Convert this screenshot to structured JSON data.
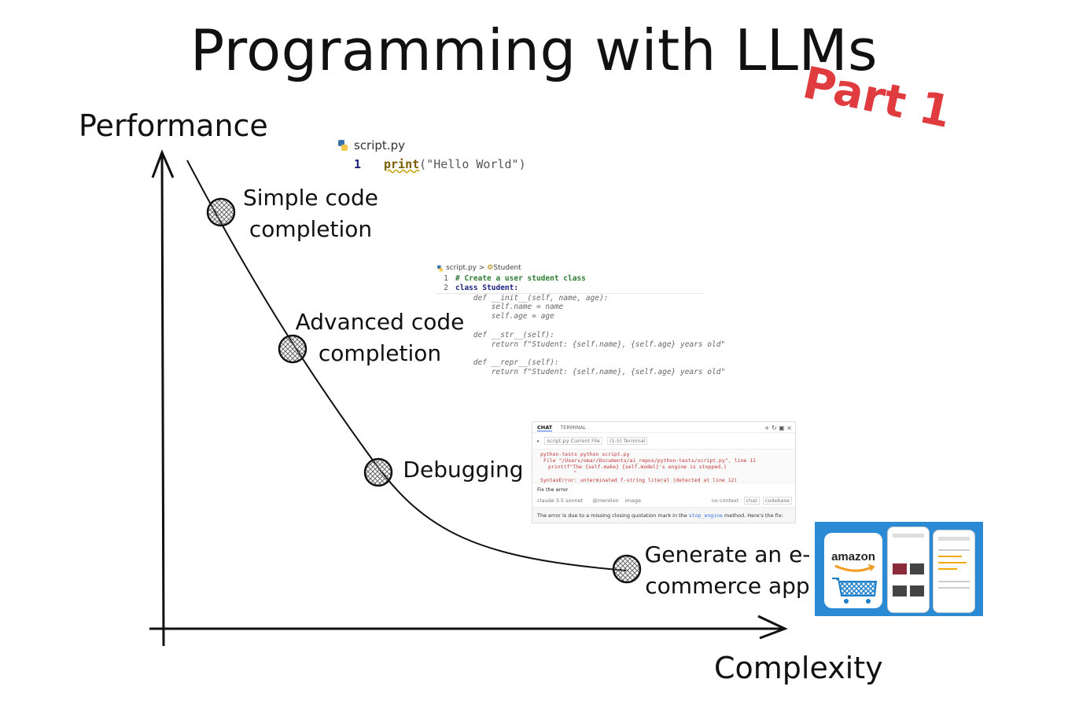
{
  "title": "Programming with LLMs",
  "badge": "Part 1",
  "axes": {
    "y": "Performance",
    "x": "Complexity"
  },
  "stages": [
    {
      "label_line1": "Simple code",
      "label_line2": "completion"
    },
    {
      "label_line1": "Advanced code",
      "label_line2": "completion"
    },
    {
      "label_line1": "Debugging",
      "label_line2": ""
    },
    {
      "label_line1": "Generate an e-",
      "label_line2": "commerce app"
    }
  ],
  "snippet1": {
    "filename": "script.py",
    "line_number": "1",
    "code_fn": "print",
    "code_args": "(\"Hello World\")"
  },
  "snippet2": {
    "breadcrumb_file": "script.py",
    "breadcrumb_sep": ">",
    "breadcrumb_class": "Student",
    "lines": [
      {
        "n": "1",
        "text": "# Create a user student class"
      },
      {
        "n": "2",
        "text": "class Student:"
      },
      {
        "n": "",
        "text": "    def __init__(self, name, age):"
      },
      {
        "n": "",
        "text": "        self.name = name"
      },
      {
        "n": "",
        "text": "        self.age = age"
      },
      {
        "n": "",
        "text": ""
      },
      {
        "n": "",
        "text": "    def __str__(self):"
      },
      {
        "n": "",
        "text": "        return f\"Student: {self.name}, {self.age} years old\""
      },
      {
        "n": "",
        "text": ""
      },
      {
        "n": "",
        "text": "    def __repr__(self):"
      },
      {
        "n": "",
        "text": "        return f\"Student: {self.name}, {self.age} years old\""
      }
    ]
  },
  "chat": {
    "tab_chat": "CHAT",
    "tab_terminal": "TERMINAL",
    "context_file": "script.py",
    "context_file_tag": "Current File",
    "context_terminal": "(1-5) Terminal",
    "cmd_line": "python-tests python script.py",
    "trace_line1": "File \"/Users/omar/Documents/ai_repos/python-tests/script.py\", line 12",
    "trace_line2": "print(f\"The {self.make} {self.model}'s engine is stopped.)",
    "trace_caret": "^",
    "error_line": "SyntaxError: unterminated f-string literal (detected at line 12)",
    "prompt": "Fix the error",
    "footer_left": "claude 3.5 sonnet",
    "footer_mid1": "@mention",
    "footer_mid2": "image",
    "footer_right1": "no context",
    "footer_right2": "chat",
    "footer_right3": "codebase",
    "response": "The error is due to a missing closing quotation mark in the",
    "response_code": "stop_engine",
    "response_tail": "method. Here's the fix:"
  },
  "amazon": {
    "logo": "amazon"
  }
}
